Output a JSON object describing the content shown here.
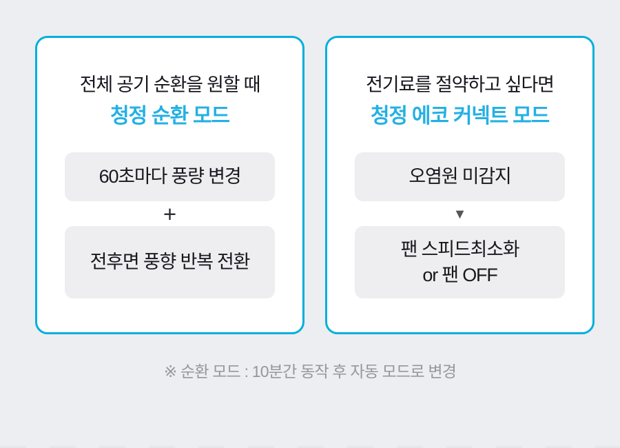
{
  "page": {
    "background_color": "#edeef1",
    "accent_color": "#00afdc",
    "mode_text_color": "#24b0e4",
    "footnote": "※ 순환 모드 : 10분간 동작 후 자동 모드로 변경"
  },
  "cards": [
    {
      "title": "전체 공기 순환을 원할 때",
      "mode_name": "청정 순환 모드",
      "step1": "60초마다 풍량 변경",
      "connector": "+",
      "step2": "전후면 풍향 반복 전환"
    },
    {
      "title": "전기료를 절약하고 싶다면",
      "mode_name": "청정 에코 커넥트 모드",
      "step1": "오염원 미감지",
      "connector": "▼",
      "step2": "팬 스피드최소화\nor 팬 OFF"
    }
  ]
}
